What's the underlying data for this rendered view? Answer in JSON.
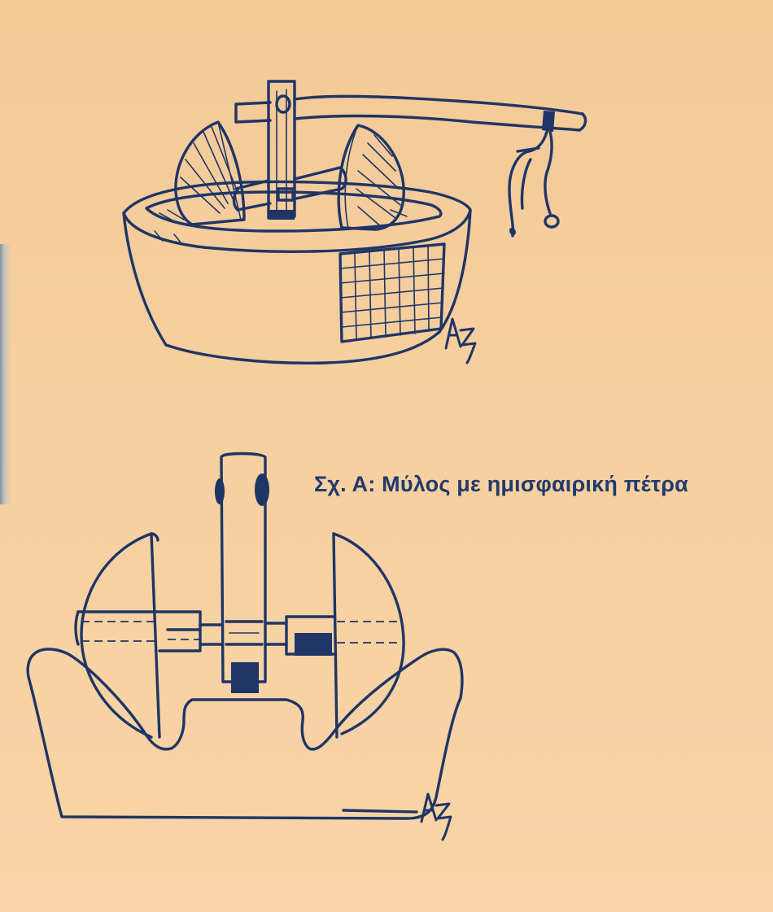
{
  "caption": "Σχ. Α: Μύλος με ημισφαιρική πέτρα",
  "signature_top": "ΑΖ",
  "signature_bottom": "ΑΖ",
  "colors": {
    "paper": "#f6cd9e",
    "ink": "#1f3566",
    "caption": "#22396c"
  }
}
